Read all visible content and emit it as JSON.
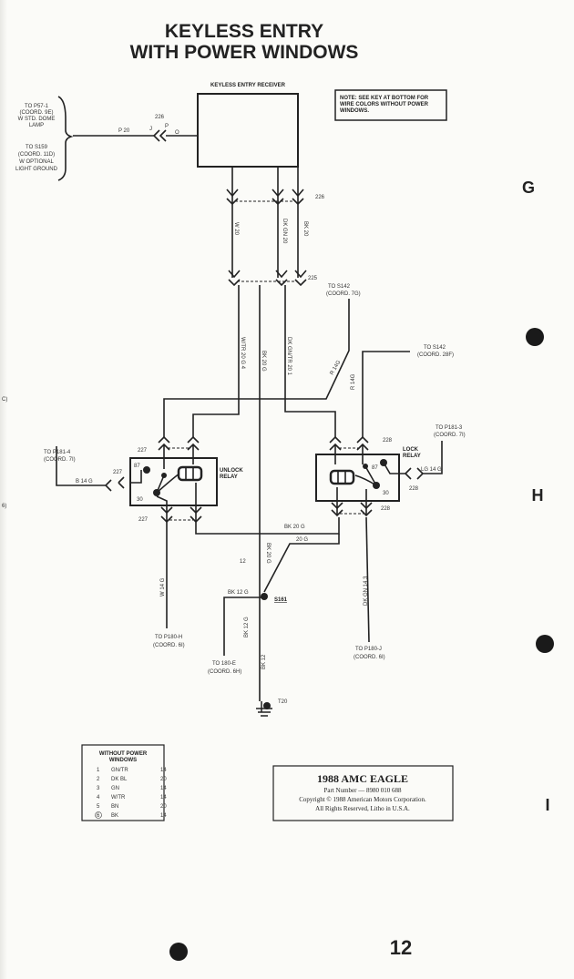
{
  "title": [
    "KEYLESS ENTRY",
    "WITH POWER WINDOWS"
  ],
  "receiver_label": "KEYLESS ENTRY RECEIVER",
  "note": [
    "NOTE: SEE KEY AT BOTTOM FOR",
    "WIRE COLORS WITHOUT POWER",
    "WINDOWS."
  ],
  "left_refs": {
    "dome": [
      "TO P57-1",
      "(COORD. 9E)",
      "W STD. DOME",
      "LAMP"
    ],
    "ground": [
      "TO S159",
      "(COORD. 11D)",
      "W OPTIONAL",
      "LIGHT GROUND"
    ]
  },
  "wires": {
    "p20": "P 20",
    "w20": "W 20",
    "dkgn20": "DK GN 20",
    "bk20": "BK 20",
    "wtr": "W/TR 20 G 4",
    "bk20g_v": "BK 20 G",
    "dkgntr": "DK GN/TR 20 1",
    "r14g_a": "R 14G",
    "r14g_b": "R 14G",
    "b14g": "B 14 G",
    "lg14g": "LG 14 G",
    "bk20g_h": "BK 20 G",
    "g20": "20 G",
    "w14g": "W 14 G",
    "dkgn14": "DK GN 14 3",
    "bk12g_h": "BK 12 G",
    "bk12g_v": "BK 12 G",
    "bk12": "BK 12",
    "bk20_lower": "BK 20 G",
    "twelve": "12"
  },
  "connectors": {
    "c226": "226",
    "c225": "225",
    "c227": "227",
    "c228": "228",
    "pin_j": "J",
    "pin_p": "P",
    "pin_o": "O"
  },
  "refs": {
    "s142_7g": [
      "TO S142",
      "(COORD. 7G)"
    ],
    "s142_28f": [
      "TO S142",
      "(COORD. 28F)"
    ],
    "p181_4": [
      "TO P181-4",
      "(COORD. 7I)"
    ],
    "p181_3": [
      "TO P181-3",
      "(COORD. 7I)"
    ],
    "p180_h": [
      "TO P180-H",
      "(COORD. 6I)"
    ],
    "p180_j": [
      "TO P180-J",
      "(COORD. 6I)"
    ],
    "e180": [
      "TO 180-E",
      "(COORD. 6H)"
    ]
  },
  "relays": {
    "unlock": [
      "UNLOCK",
      "RELAY"
    ],
    "lock": [
      "LOCK",
      "RELAY"
    ],
    "pin87": "87",
    "pin30": "30"
  },
  "splice": "S161",
  "ground": "T20",
  "key": {
    "title": [
      "WITHOUT POWER",
      "WINDOWS"
    ],
    "rows": [
      {
        "id": "1",
        "color": "GN/TR",
        "gauge": "14"
      },
      {
        "id": "2",
        "color": "DK BL",
        "gauge": "20"
      },
      {
        "id": "3",
        "color": "GN",
        "gauge": "14"
      },
      {
        "id": "4",
        "color": "W/TR",
        "gauge": "14"
      },
      {
        "id": "5",
        "color": "BN",
        "gauge": "20"
      },
      {
        "id": "6",
        "color": "BK",
        "gauge": "14"
      }
    ]
  },
  "copyright": [
    "1988 AMC EAGLE",
    "Part Number — 8980 010 688",
    "Copyright © 1988 American Motors Corporation.",
    "All Rights Reserved, Litho in U.S.A."
  ],
  "grid_letters": [
    "G",
    "H",
    "I"
  ],
  "edge_fragments": [
    "C)",
    "6)"
  ],
  "page_number": "12"
}
